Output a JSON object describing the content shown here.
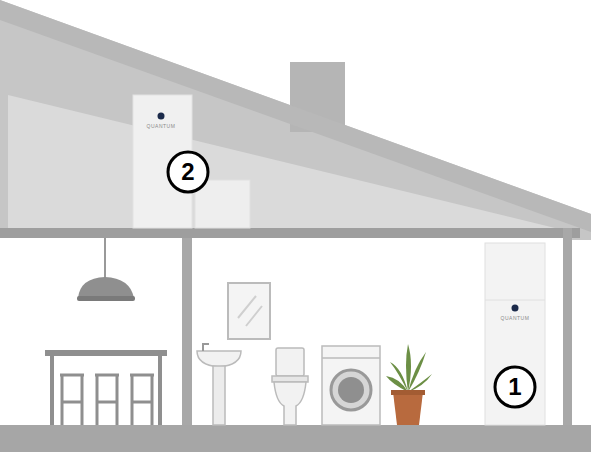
{
  "diagram": {
    "labels": [
      "QUANTUM",
      "2",
      "QUANTUM",
      "1"
    ]
  }
}
